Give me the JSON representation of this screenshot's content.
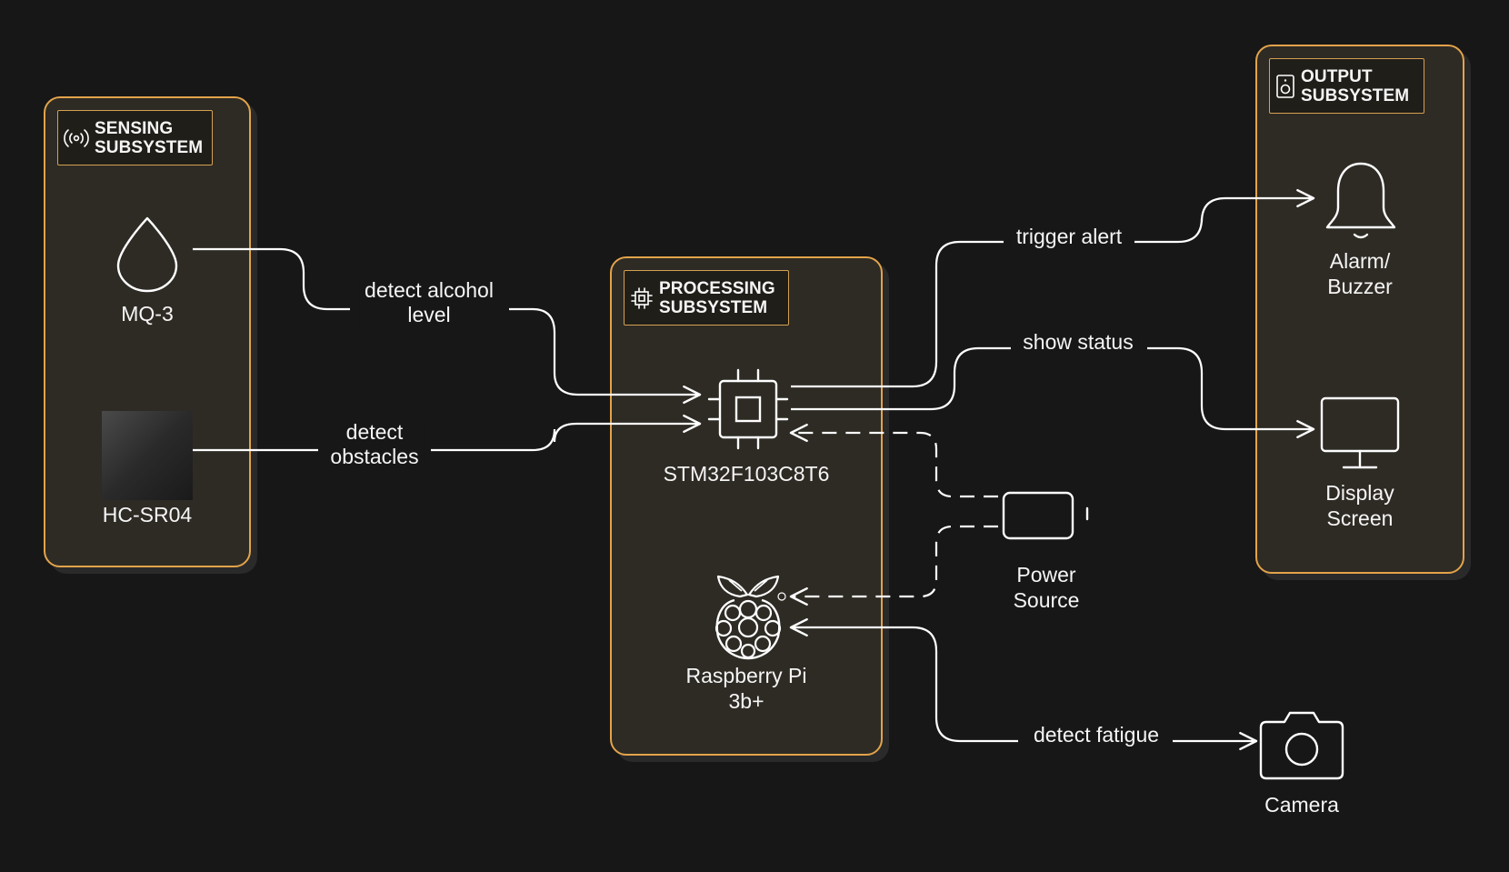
{
  "groups": {
    "sensing": {
      "label": "SENSING\nSUBSYSTEM",
      "icon": "radio-signal-icon"
    },
    "processing": {
      "label": "PROCESSING\nSUBSYSTEM",
      "icon": "cpu-chip-icon"
    },
    "output": {
      "label": "OUTPUT\nSUBSYSTEM",
      "icon": "speaker-icon"
    }
  },
  "nodes": {
    "mq3": {
      "label": "MQ-3",
      "icon": "droplet-icon"
    },
    "hcsr04": {
      "label": "HC-SR04",
      "icon": "sensor-image"
    },
    "stm32": {
      "label": "STM32F103C8T6",
      "icon": "microchip-icon"
    },
    "raspberry_pi": {
      "label": "Raspberry Pi\n3b+",
      "icon": "raspberry-pi-icon"
    },
    "power_source": {
      "label": "Power\nSource",
      "icon": "battery-icon"
    },
    "alarm": {
      "label": "Alarm/\nBuzzer",
      "icon": "bell-icon"
    },
    "display": {
      "label": "Display\nScreen",
      "icon": "monitor-icon"
    },
    "camera": {
      "label": "Camera",
      "icon": "camera-icon"
    }
  },
  "edges": {
    "alcohol": {
      "label": "detect alcohol\nlevel"
    },
    "obstacles": {
      "label": "detect\nobstacles"
    },
    "alert": {
      "label": "trigger alert"
    },
    "status": {
      "label": "show status"
    },
    "fatigue": {
      "label": "detect fatigue"
    }
  },
  "colors": {
    "background": "#171717",
    "group_fill": "#2e2b25",
    "group_border": "#e3a34a",
    "line": "#ffffff"
  }
}
